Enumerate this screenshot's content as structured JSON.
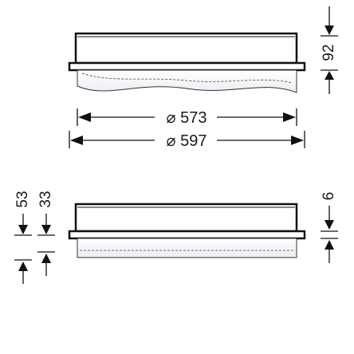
{
  "dimensions": {
    "inner_diameter": "⌀ 573",
    "outer_diameter": "⌀ 597",
    "top_height": "92",
    "bottom_total_height": "53",
    "bottom_inner_height": "33",
    "bottom_flange_height": "6"
  }
}
